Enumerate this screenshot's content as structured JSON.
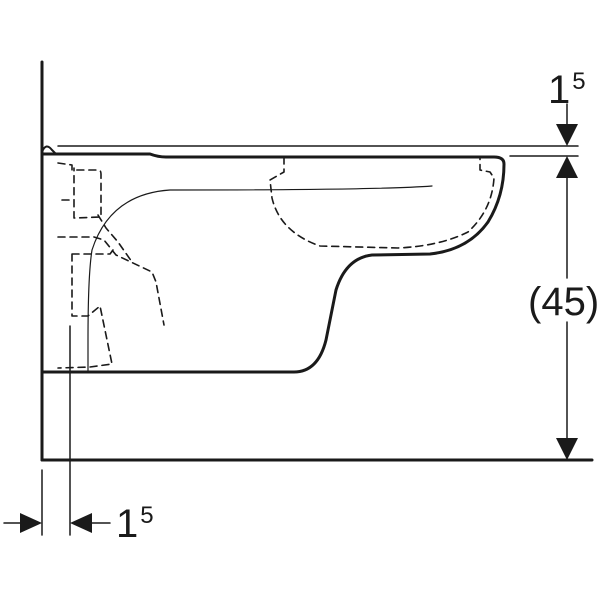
{
  "drawing": {
    "title": "Wall-hung WC side view dimension drawing",
    "colors": {
      "line": "#1a1a1a",
      "background": "#ffffff"
    }
  },
  "dimensions": {
    "top_gap": {
      "value": "1",
      "superscript": "5"
    },
    "height": {
      "value": "(45)"
    },
    "bottom_gap": {
      "value": "1",
      "superscript": "5"
    }
  }
}
